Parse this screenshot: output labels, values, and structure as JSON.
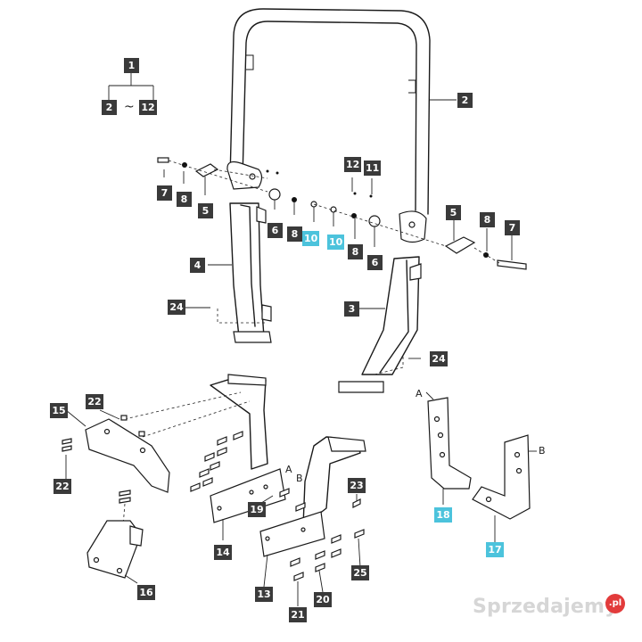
{
  "legend": {
    "parent": "1",
    "range_from": "2",
    "range_sep": "~",
    "range_to": "12"
  },
  "colors": {
    "label_bg": "#3a3a3a",
    "highlight_bg": "#4cc3dc",
    "line": "#1a1a1a"
  },
  "callouts": [
    {
      "id": "c2",
      "text": "2",
      "highlight": false
    },
    {
      "id": "c7a",
      "text": "7",
      "highlight": false
    },
    {
      "id": "c8a",
      "text": "8",
      "highlight": false
    },
    {
      "id": "c5a",
      "text": "5",
      "highlight": false
    },
    {
      "id": "c12",
      "text": "12",
      "highlight": false
    },
    {
      "id": "c11",
      "text": "11",
      "highlight": false
    },
    {
      "id": "c6a",
      "text": "6",
      "highlight": false
    },
    {
      "id": "c8b",
      "text": "8",
      "highlight": false
    },
    {
      "id": "c10a",
      "text": "10",
      "highlight": true
    },
    {
      "id": "c10b",
      "text": "10",
      "highlight": true
    },
    {
      "id": "c8c",
      "text": "8",
      "highlight": false
    },
    {
      "id": "c6b",
      "text": "6",
      "highlight": false
    },
    {
      "id": "c5b",
      "text": "5",
      "highlight": false
    },
    {
      "id": "c8d",
      "text": "8",
      "highlight": false
    },
    {
      "id": "c7b",
      "text": "7",
      "highlight": false
    },
    {
      "id": "c4",
      "text": "4",
      "highlight": false
    },
    {
      "id": "c3",
      "text": "3",
      "highlight": false
    },
    {
      "id": "c24a",
      "text": "24",
      "highlight": false
    },
    {
      "id": "c24b",
      "text": "24",
      "highlight": false
    },
    {
      "id": "c15",
      "text": "15",
      "highlight": false
    },
    {
      "id": "c22a",
      "text": "22",
      "highlight": false
    },
    {
      "id": "c22b",
      "text": "22",
      "highlight": false
    },
    {
      "id": "c16",
      "text": "16",
      "highlight": false
    },
    {
      "id": "c14",
      "text": "14",
      "highlight": false
    },
    {
      "id": "c19",
      "text": "19",
      "highlight": false
    },
    {
      "id": "c13",
      "text": "13",
      "highlight": false
    },
    {
      "id": "c21",
      "text": "21",
      "highlight": false
    },
    {
      "id": "c20",
      "text": "20",
      "highlight": false
    },
    {
      "id": "c23",
      "text": "23",
      "highlight": false
    },
    {
      "id": "c25",
      "text": "25",
      "highlight": false
    },
    {
      "id": "c18",
      "text": "18",
      "highlight": true
    },
    {
      "id": "c17",
      "text": "17",
      "highlight": true
    }
  ],
  "letters": {
    "a_top": "A",
    "a_mid": "A",
    "b_mid": "B",
    "b_right": "B"
  },
  "watermark": {
    "text": "Sprzedajemy",
    "suffix": ".pl"
  }
}
